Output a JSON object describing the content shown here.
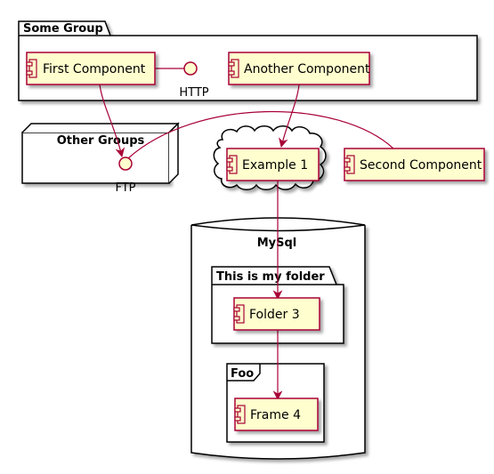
{
  "groups": {
    "some_group": "Some Group",
    "other_groups": "Other Groups",
    "mysql": "MySql",
    "my_folder": "This is my folder",
    "foo": "Foo"
  },
  "components": {
    "first": "First Component",
    "another": "Another Component",
    "example1": "Example 1",
    "second": "Second Component",
    "folder3": "Folder 3",
    "frame4": "Frame 4"
  },
  "interfaces": {
    "http": "HTTP",
    "ftp": "FTP"
  },
  "colors": {
    "component_fill": "#FEFECE",
    "border": "#A80036",
    "text": "#000000",
    "container_border": "#000000",
    "container_fill": "#FFFFFF"
  }
}
